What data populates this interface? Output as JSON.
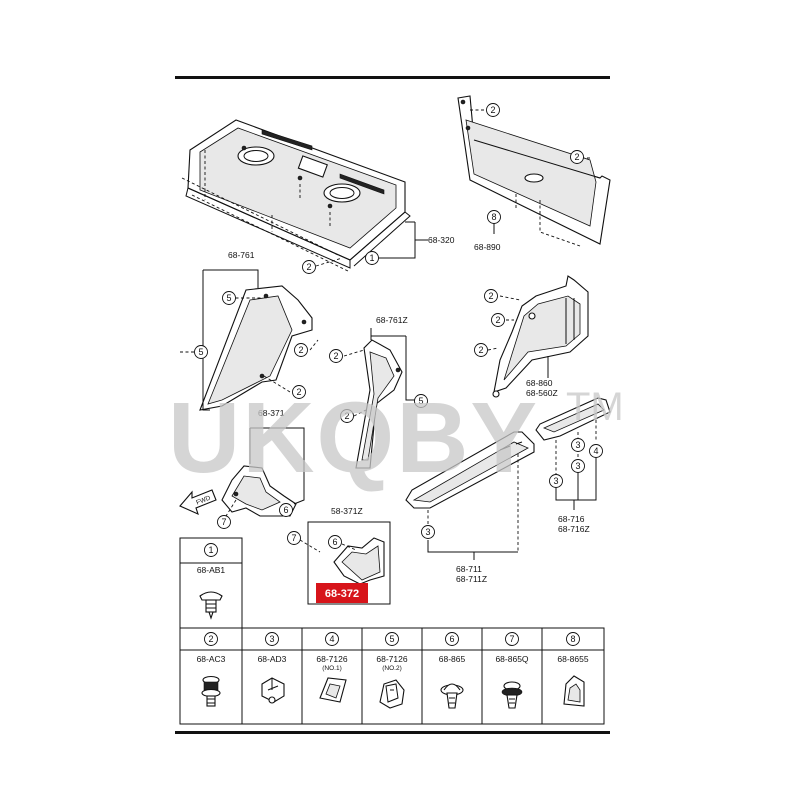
{
  "parts": {
    "shelf": "68-320",
    "back_panel": "68-890",
    "pillar_left": "68-761",
    "pillar_right": "68-761Z",
    "quarter_trim_a": "68-860",
    "quarter_trim_b": "68-560Z",
    "side_trim_left": "68-371",
    "side_trim_right": "58-371Z",
    "highlight": "68-372",
    "sill_a": "68-711",
    "sill_b": "68-711Z",
    "rear_sill_a": "68-716",
    "rear_sill_b": "68-716Z"
  },
  "fwd_label": "FWD",
  "callout_numbers": {
    "n1": "1",
    "n2": "2",
    "n3": "3",
    "n4": "4",
    "n5": "5",
    "n6": "6",
    "n7": "7",
    "n8": "8"
  },
  "legend": [
    {
      "num": "1",
      "code": "68-AB1",
      "sub": ""
    },
    {
      "num": "2",
      "code": "68-AC3",
      "sub": ""
    },
    {
      "num": "3",
      "code": "68-AD3",
      "sub": ""
    },
    {
      "num": "4",
      "code": "68-7126",
      "sub": "(NO.1)"
    },
    {
      "num": "5",
      "code": "68-7126",
      "sub": "(NO.2)"
    },
    {
      "num": "6",
      "code": "68-865",
      "sub": ""
    },
    {
      "num": "7",
      "code": "68-865Q",
      "sub": ""
    },
    {
      "num": "8",
      "code": "68-8655",
      "sub": ""
    }
  ],
  "watermark": {
    "text": "UKQBY",
    "mark": "TM"
  },
  "colors": {
    "highlight_bg": "#d7141a",
    "highlight_fg": "#ffffff",
    "line": "#111111",
    "watermark": "#c8c8c8"
  }
}
